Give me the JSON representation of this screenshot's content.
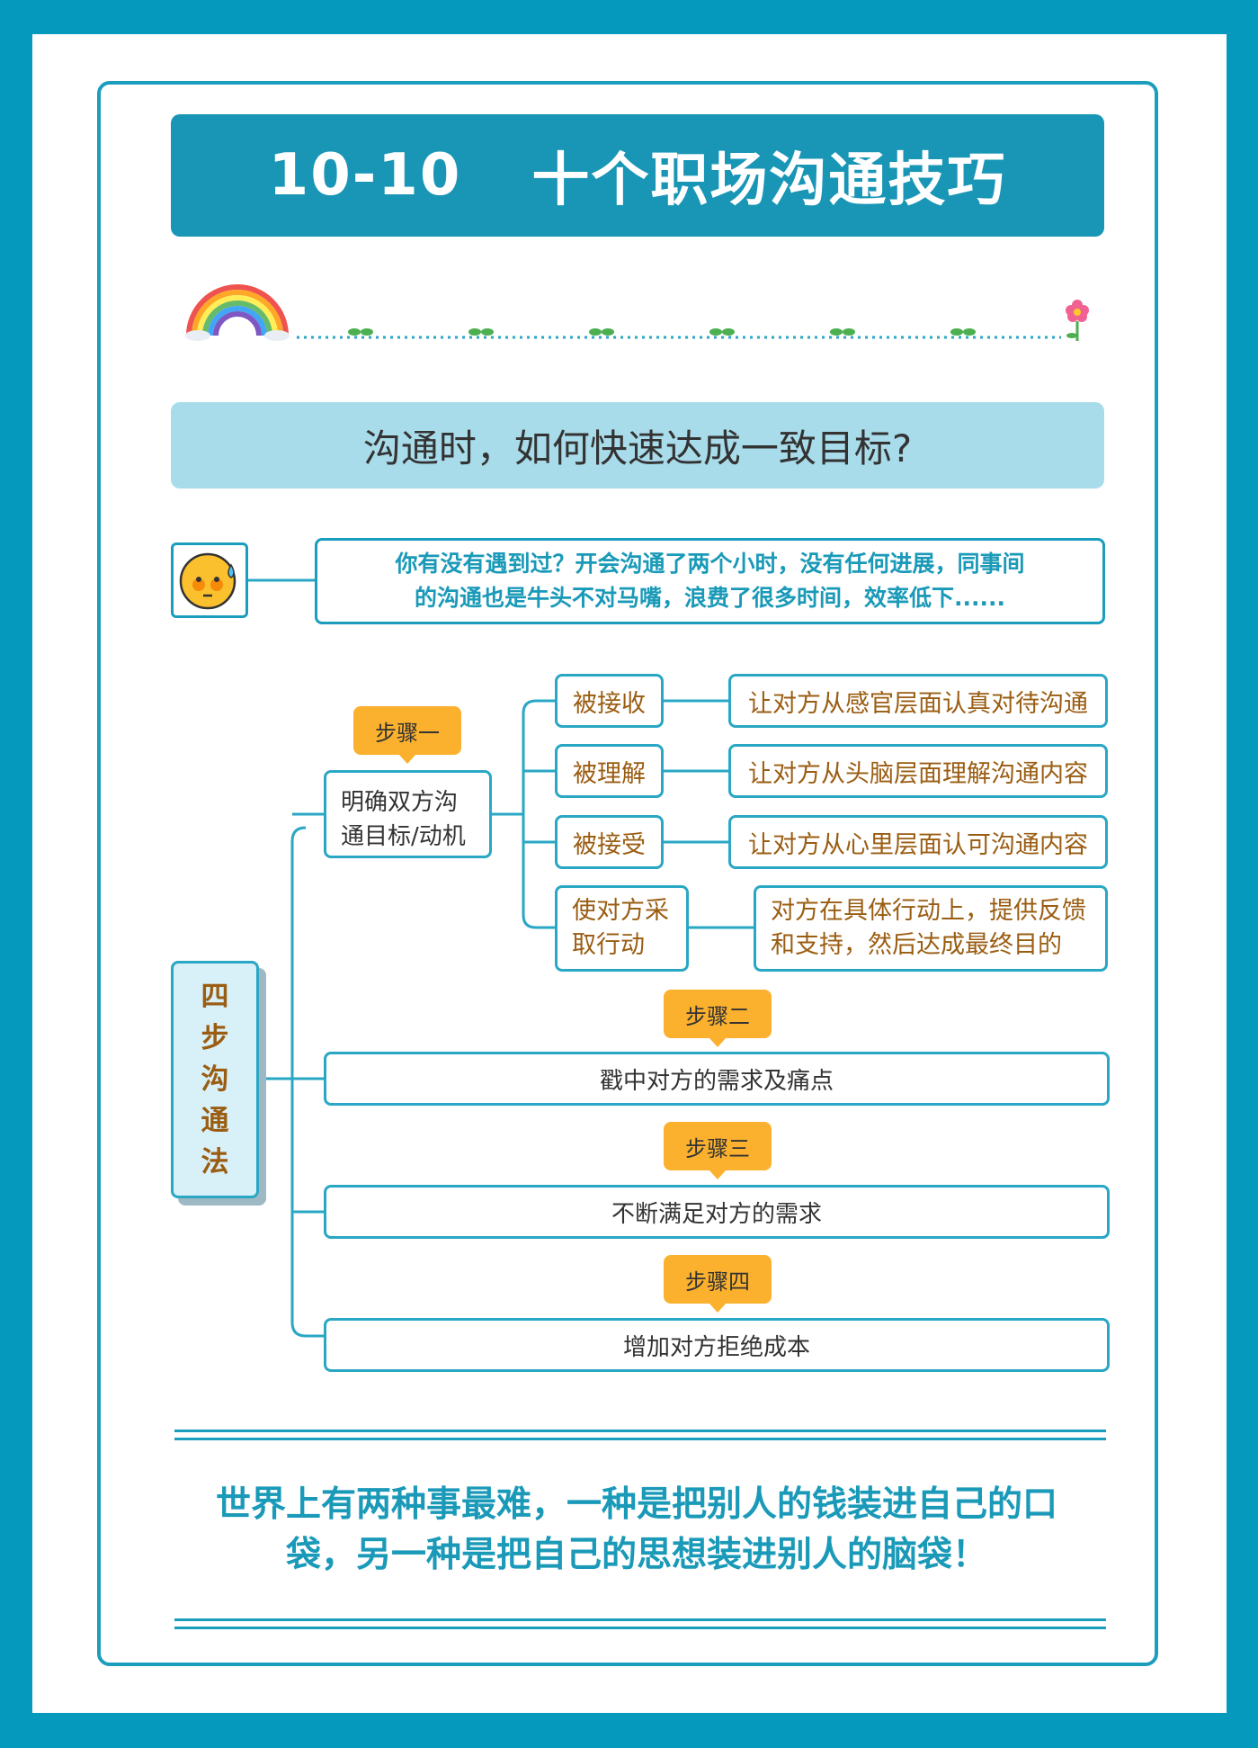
{
  "title": {
    "code": "10-10",
    "text": "十个职场沟通技巧"
  },
  "question": "沟通时，如何快速达成一致目标?",
  "intro": {
    "line1": "你有没有遇到过？开会沟通了两个小时，没有任何进展，同事间",
    "line2": "的沟通也是牛头不对马嘴，浪费了很多时间，效率低下......"
  },
  "root_label": [
    "四",
    "步",
    "沟",
    "通",
    "法"
  ],
  "steps": [
    {
      "tag": "步骤一",
      "label_lines": [
        "明确双方沟",
        "通目标/动机"
      ],
      "subs": [
        {
          "label": [
            "被接收"
          ],
          "detail": [
            "让对方从感官层面认真对待沟通"
          ]
        },
        {
          "label": [
            "被理解"
          ],
          "detail": [
            "让对方从头脑层面理解沟通内容"
          ]
        },
        {
          "label": [
            "被接受"
          ],
          "detail": [
            "让对方从心里层面认可沟通内容"
          ]
        },
        {
          "label": [
            "使对方采",
            "取行动"
          ],
          "detail": [
            "对方在具体行动上，提供反馈",
            "和支持，然后达成最终目的"
          ]
        }
      ]
    },
    {
      "tag": "步骤二",
      "label": "戳中对方的需求及痛点"
    },
    {
      "tag": "步骤三",
      "label": "不断满足对方的需求"
    },
    {
      "tag": "步骤四",
      "label": "增加对方拒绝成本"
    }
  ],
  "quote": {
    "line1": "世界上有两种事最难，一种是把别人的钱装进自己的口",
    "line2": "袋，另一种是把自己的思想装进别人的脑袋！"
  },
  "colors": {
    "primary": "#1996b6",
    "light": "#a9dcea",
    "tag": "#fbb12e",
    "brown": "#9a5d12",
    "outer": "#0699be"
  }
}
